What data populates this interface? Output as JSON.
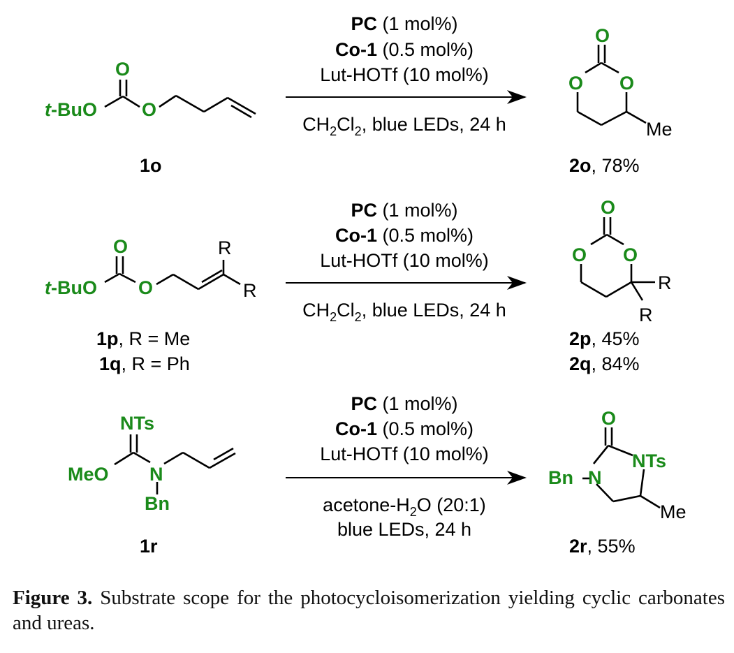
{
  "atoms": {
    "O": "O",
    "tBu": "t",
    "tBu_rest": "-BuO",
    "Me": "Me",
    "R": "R",
    "MeO": "MeO",
    "N": "N",
    "NTs": "NTs",
    "Bn": "Bn"
  },
  "conditions": {
    "pc": "PC",
    "pc_amount": " (1 mol%)",
    "co": "Co-1",
    "co_amount": " (0.5 mol%)",
    "lut": "Lut-HOTf (10 mol%)",
    "solvent_a": "CH",
    "solvent_sub1": "2",
    "solvent_b": "Cl",
    "solvent_sub2": "2",
    "solvent_c": ", blue LEDs, 24 h",
    "acetone_a": "acetone-H",
    "acetone_sub": "2",
    "acetone_b": "O (20:1)",
    "blue_leds": "blue LEDs, 24 h"
  },
  "rows": [
    {
      "substrate": "1o",
      "product": "2o",
      "yield": ", 78%"
    },
    {
      "substrate_p": "1p",
      "sub_p_text": ", R = Me",
      "substrate_q": "1q",
      "sub_q_text": ", R = Ph",
      "product_p": "2p",
      "yield_p": ", 45%",
      "product_q": "2q",
      "yield_q": ", 84%"
    },
    {
      "substrate": "1r",
      "product": "2r",
      "yield": ", 55%"
    }
  ],
  "caption": {
    "figure": "Figure 3.",
    "text": " Substrate scope for the photocycloisomerization yielding cyclic carbonates and ureas."
  }
}
